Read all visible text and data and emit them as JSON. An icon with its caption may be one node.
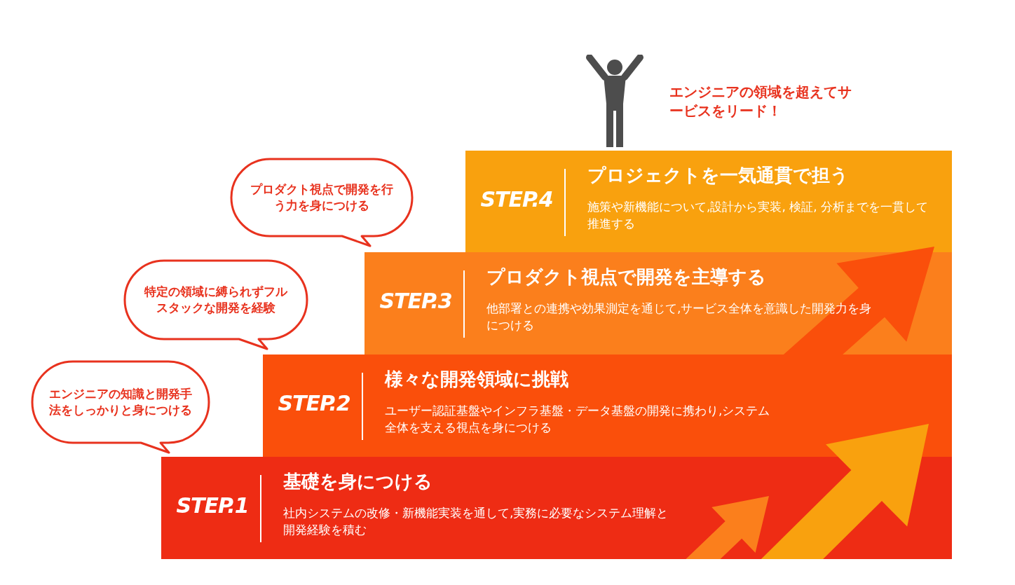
{
  "diagram": {
    "nodes": [
      {
        "text": [
          "STEP.4",
          "プロジェクトを一気通貫で担う",
          "施策や新機能について,設計から実装, 検証, 分析までを一貫して推進する"
        ]
      },
      {
        "text": [
          "STEP.3",
          "プロダクト視点で開発を主導する",
          "他部署との連携や効果測定を通じて,サービス全体を意識した開発力を身につける"
        ]
      },
      {
        "text": [
          "STEP.2",
          "様々な開発領域に挑戦",
          "ユーザー認証基盤やインフラ基盤・データ基盤の開発に携わり,システム全体を支える視点を身につける"
        ]
      },
      {
        "text": [
          "STEP.1",
          "基礎を身につける",
          "社内システムの改修・新機能実装を通して,実務に必要なシステム理解と開発経験を積む"
        ]
      },
      {
        "text": [
          "プロダクト視点で開発を行う力を身につける"
        ]
      },
      {
        "text": [
          "特定の領域に縛られずフルスタックな開発を経験"
        ]
      },
      {
        "text": [
          "エンジニアの知識と開発手法をしっかりと身につける"
        ]
      }
    ],
    "edges": [
      {
        "from": 1,
        "to": 0,
        "arrow": "to",
        "color": "#fa4f0b"
      },
      {
        "from": 3,
        "to": 2,
        "arrow": "to",
        "color": "#f9a10e"
      }
    ],
    "labels": [
      "エンジニアの領域を超えてサービスをリード！"
    ]
  }
}
